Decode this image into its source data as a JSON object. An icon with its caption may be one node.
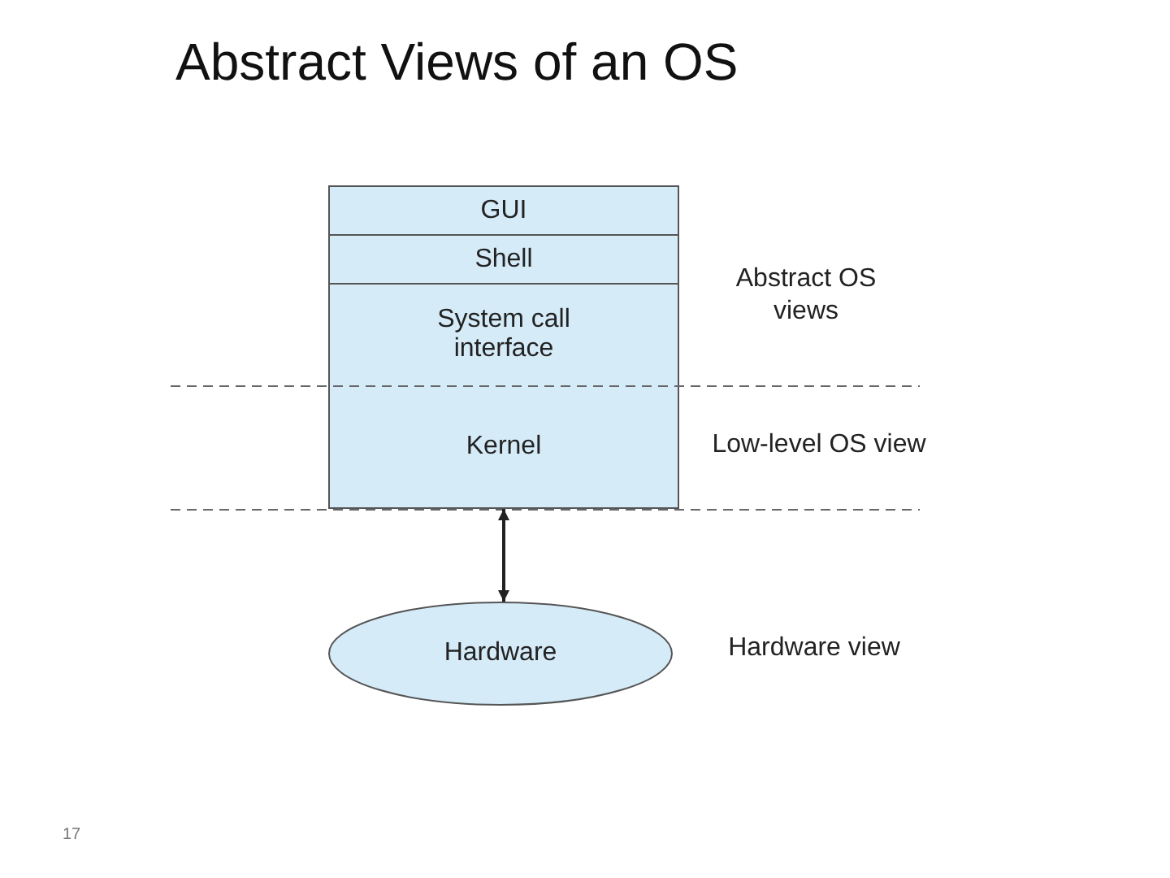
{
  "diagram": {
    "title": "Abstract Views of an OS",
    "nodes": [
      {
        "text": [
          "GUI"
        ]
      },
      {
        "text": [
          "Shell"
        ]
      },
      {
        "text": [
          "System call interface"
        ]
      },
      {
        "text": [
          "Kernel"
        ]
      },
      {
        "text": [
          "Hardware"
        ]
      }
    ],
    "edges": [
      {
        "from": 3,
        "to": 4,
        "arrow": "both"
      }
    ],
    "labels": [
      "Abstract OS views",
      "Low-level OS view",
      "Hardware view",
      "17"
    ]
  }
}
